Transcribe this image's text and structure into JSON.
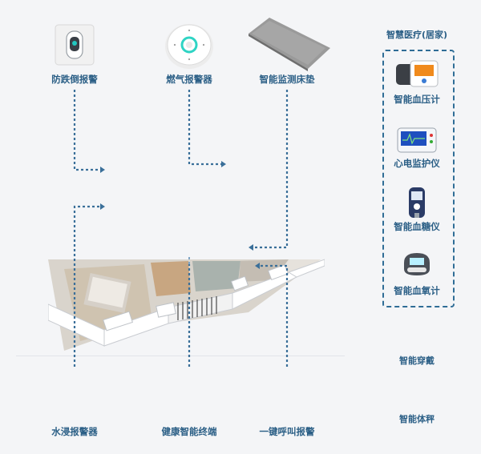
{
  "devices": {
    "fall_alarm": "防跌倒报警",
    "gas_alarm": "燃气报警器",
    "bed_mat": "智能监测床垫",
    "water_alarm": "水浸报警器",
    "health_terminal": "健康智能终端",
    "sos_alarm": "一键呼叫报警"
  },
  "medical_panel": {
    "title": "智慧医疗(居家)",
    "items": [
      "智能血压计",
      "心电监护仪",
      "智能血糖仪",
      "智能血氧计"
    ]
  },
  "extras": {
    "wearable": "智能穿戴",
    "scale": "智能体秤"
  },
  "colors": {
    "label": "#2b5f86",
    "connector": "#3a6f99",
    "background": "#f4f5f7"
  }
}
